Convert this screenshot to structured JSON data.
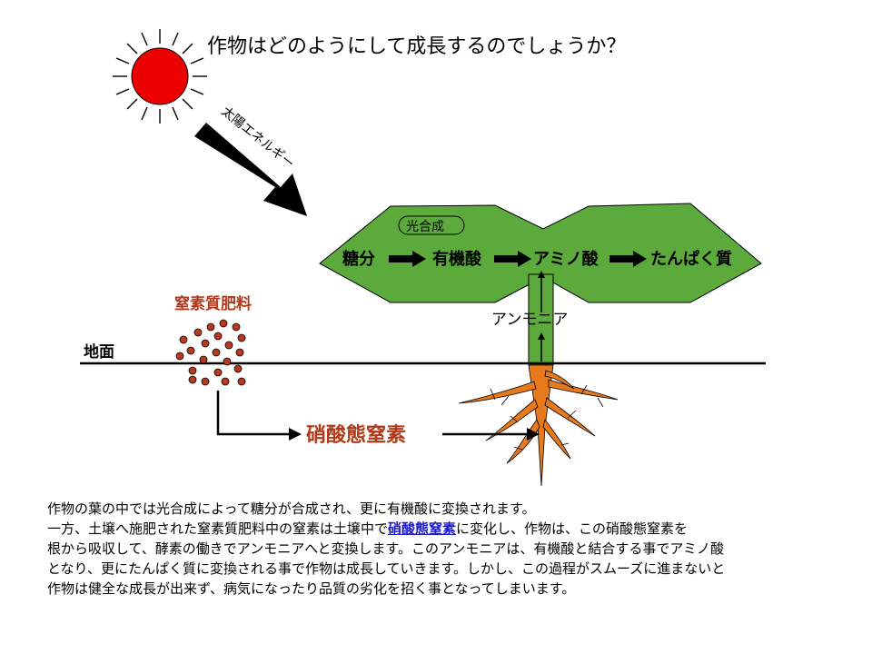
{
  "title": "作物はどのようにして成長するのでしょうか？",
  "sun_energy_label": "太陽エネルギー",
  "photosynthesis_label": "光合成",
  "leaf_flow": [
    "糖分",
    "有機酸",
    "アミノ酸",
    "たんぱく質"
  ],
  "ammonia_label": "アンモニア",
  "fertilizer_label": "窒素質肥料",
  "ground_label": "地面",
  "nitrate_label": "硝酸態窒素",
  "description": {
    "line1": "作物の葉の中では光合成によって糖分が合成され、更に有機酸に変換されます。",
    "line2_before": "一方、土壌へ施肥された窒素質肥料中の窒素は土壌中で",
    "line2_link": "硝酸態窒素",
    "line2_after": "に変化し、作物は、この硝酸態窒素を",
    "line3": "根から吸収して、酵素の働きでアンモニアへと変換します。このアンモニアは、有機酸と結合する事でアミノ酸",
    "line4": "となり、更にたんぱく質に変換される事で作物は成長していきます。しかし、この過程がスムーズに進まないと",
    "line5": "作物は健全な成長が出来ず、病気になったり品質の劣化を招く事となってしまいます。"
  },
  "colors": {
    "sun": "#ee0000",
    "leaf": "#5caa3c",
    "stem": "#5caa3c",
    "root": "#e87a1e",
    "fertilizer_text": "#b03a1a",
    "fertilizer_dots": "#b83a1e",
    "nitrate_text": "#b03a1a",
    "link": "#1a1acc"
  }
}
